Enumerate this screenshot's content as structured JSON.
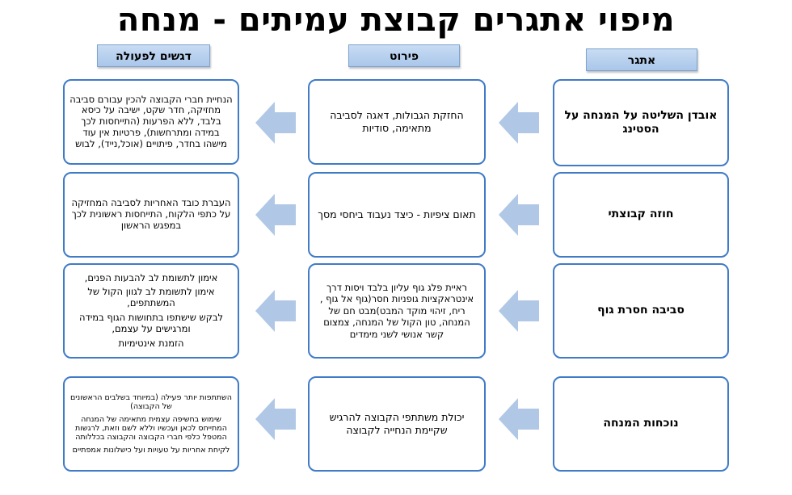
{
  "title": "מיפוי אתגרים קבוצת עמיתים - מנחה",
  "headers": {
    "challenge": "אתגר",
    "detail": "פירוט",
    "emphasis": "דגשים לפעולה"
  },
  "rows": [
    {
      "challenge": "אובדן השליטה על המנחה על הסטינג",
      "detail": "החזקת הגבולות, דאגה לסביבה מתאימה, סודיות",
      "emphasis": [
        "הנחיית חברי הקבוצה להכין עבורם סביבה מחזיקה, חדר שקט, ישיבה על כיסא בלבד, ללא הפרעות (התייחסות לכך במידה ומתרחשות), פרטיות אין עוד מישהו בחדר, פיתויים (אוכל,נייד), לבוש"
      ]
    },
    {
      "challenge": "חוזה קבוצתי",
      "detail": "תאום ציפיות - כיצד נעבוד ביחסי מסך",
      "emphasis": [
        "העברת כובד האחריות לסביבה המחזיקה על כתפי הלקוח, התייחסות ראשונית לכך במפגש הראשון"
      ]
    },
    {
      "challenge": "סביבה חסרת גוף",
      "detail": "ראיית פלג גוף עליון בלבד ויסות דרך אינטראקציות גופניות חסר(גוף אל גוף , ריח, זיהוי מוקד המבט)מבט חם של המנחה, טון הקול של המנחה, צמצום קשר אנושי לשני מימדים",
      "emphasis": [
        "אימון לתשומת לב להבעות הפנים,",
        "אימון לתשומת לב לגוון הקול של המשתתפים,",
        "לבקש שישתפו בתחושות הגוף במידה ומרגישים על עצמם,",
        "הזמנת אינטימיות"
      ]
    },
    {
      "challenge": "נוכחות המנחה",
      "detail": "יכולת משתתפי הקבוצה להרגיש שקיימת הנחייה לקבוצה",
      "emphasis": [
        "השתתפות יותר פעילה (במיוחד בשלבים הראשונים של הקבוצה)",
        "שימוש בחשיפה עצמית מתאימה של המנחה המתייחס לכאן ועכשיו וללא לשם וזאת, לרגשות המטפל כלפי חברי הקבוצה והקבוצה בכללותה",
        "לקיחת אחריות על טעויות ועל כישלונות אמפתיים"
      ]
    }
  ],
  "colors": {
    "box_border": "#3f7bc6",
    "header_fill": "#b9d1ef",
    "arrow_fill": "#b0c8e6"
  }
}
